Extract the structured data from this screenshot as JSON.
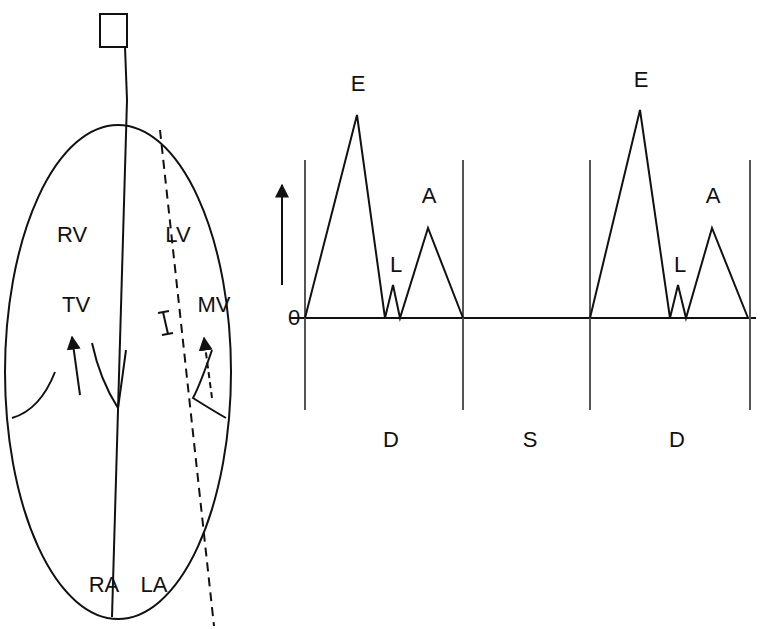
{
  "diagram": {
    "labels": [
      "RV",
      "LV",
      "TV",
      "MV",
      "RA",
      "LA",
      "E",
      "L",
      "A",
      "0",
      "D",
      "S",
      "D",
      "E",
      "L",
      "A"
    ]
  }
}
